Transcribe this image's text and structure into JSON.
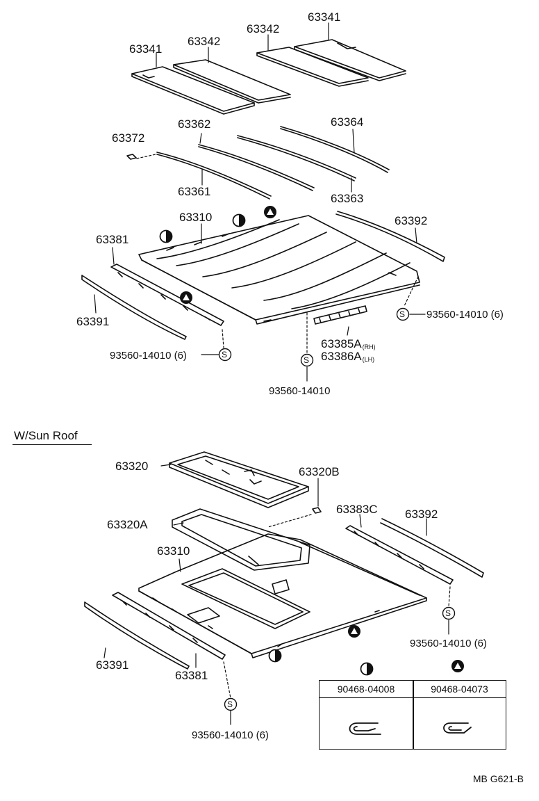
{
  "labels": {
    "upper": {
      "p63341_left": "63341",
      "p63342_left": "63342",
      "p63342_right": "63342",
      "p63341_right": "63341",
      "p63372": "63372",
      "p63362": "63362",
      "p63364": "63364",
      "p63361": "63361",
      "p63363": "63363",
      "p63310": "63310",
      "p63392": "63392",
      "p63381": "63381",
      "p63391": "63391",
      "p63385a": "63385A",
      "p63385a_sub": "(RH)",
      "p63386a": "63386A",
      "p63386a_sub": "(LH)",
      "screw_left": "93560-14010 (6)",
      "screw_center": "93560-14010",
      "screw_right": "93560-14010 (6)"
    },
    "sunroof_title": "W/Sun Roof",
    "lower": {
      "p63320": "63320",
      "p63320b": "63320B",
      "p63320a": "63320A",
      "p63383c": "63383C",
      "p63392": "63392",
      "p63310": "63310",
      "p63391": "63391",
      "p63381": "63381",
      "screw_right": "93560-14010 (6)",
      "screw_bottom": "93560-14010 (6)"
    },
    "screw_symbol": "S"
  },
  "clip_table": {
    "half_circle_part": "90468-04008",
    "triangle_part": "90468-04073"
  },
  "diagram_code": "MB G621-B"
}
